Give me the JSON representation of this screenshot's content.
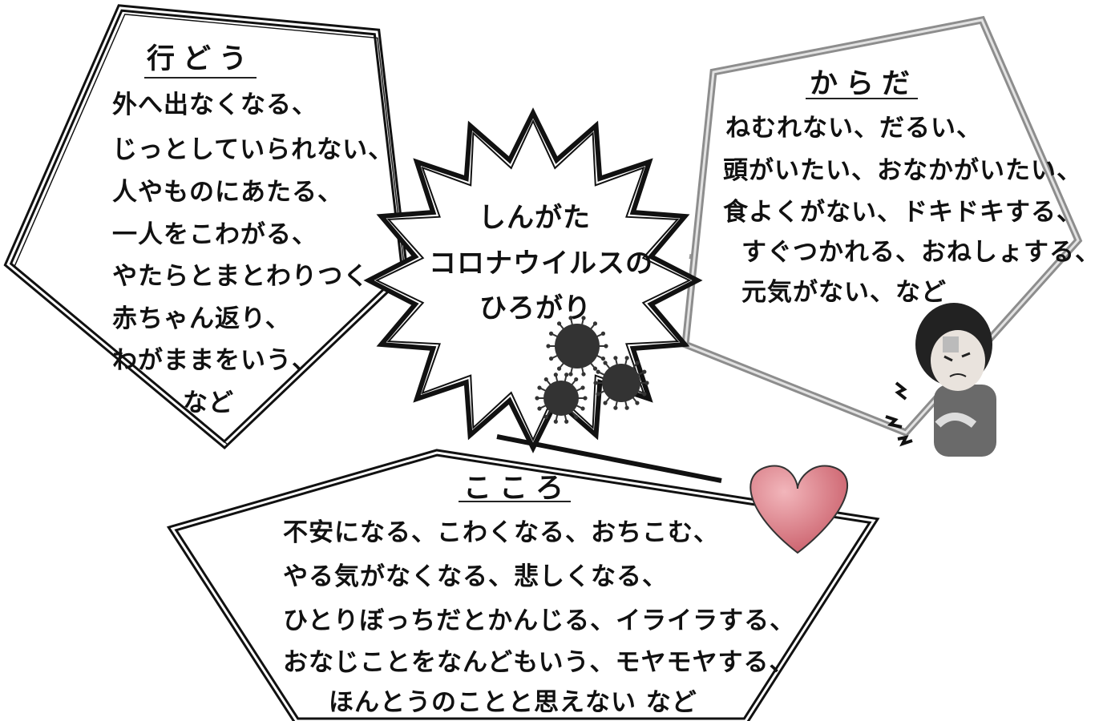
{
  "top_right_note": "",
  "center": {
    "lines": [
      "しんがた",
      "コロナウイルスの",
      "ひろがり"
    ]
  },
  "behavior": {
    "title": "行どう",
    "lines": [
      "外へ出なくなる、",
      "じっとしていられない、",
      "人やものにあたる、",
      "一人をこわがる、",
      "やたらとまとわりつく、",
      "赤ちゃん返り、",
      "わがままをいう、",
      "など"
    ]
  },
  "body": {
    "title": "からだ",
    "lines": [
      "ねむれない、だるい、",
      "頭がいたい、おなかがいたい、",
      "食よくがない、ドキドキする、",
      "すぐつかれる、おねしょする、",
      "元気がない、など"
    ]
  },
  "mind": {
    "title": "こころ",
    "lines": [
      "不安になる、こわくなる、おちこむ、",
      "やる気がなくなる、悲しくなる、",
      "ひとりぼっちだとかんじる、イライラする、",
      "おなじことをなんどもいう、モヤモヤする、",
      "ほんとうのことと思えない など"
    ]
  },
  "icons": [
    "virus-icon",
    "heart-icon",
    "sick-person-icon"
  ],
  "colors": {
    "ink": "#111111",
    "frame_gray": "#9a9a9a",
    "heart_red": "#d9707a",
    "virus": "#333333"
  }
}
